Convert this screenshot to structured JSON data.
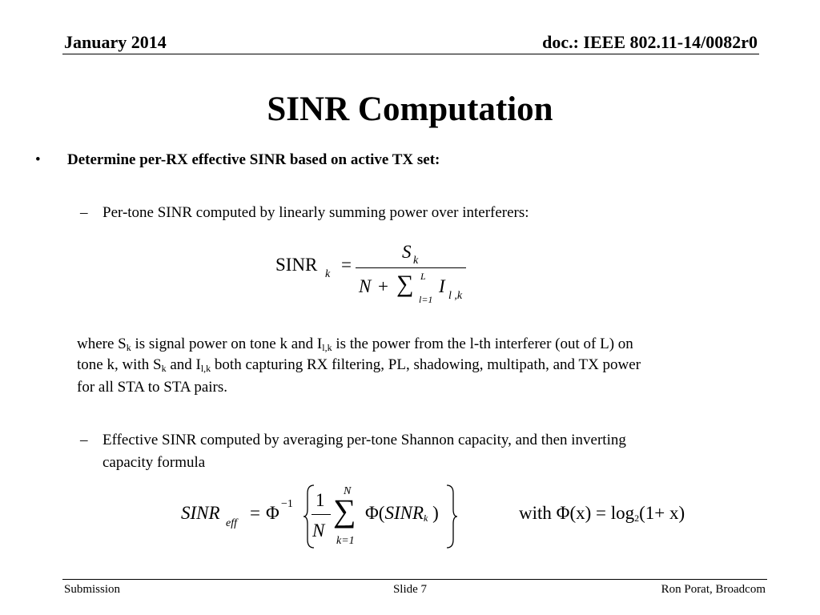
{
  "header": {
    "date": "January 2014",
    "doc": "doc.: IEEE 802.11-14/0082r0"
  },
  "title": "SINR Computation",
  "bullet": {
    "marker": "•",
    "text": "Determine per-RX effective SINR based on active TX set:"
  },
  "sub1": {
    "marker": "–",
    "text": "Per-tone SINR computed by linearly summing power over interferers:"
  },
  "eq1": {
    "lhs": "SINR",
    "lhs_sub": "k",
    "eq": "=",
    "num": "S",
    "num_sub": "k",
    "den_n": "N",
    "den_plus": "+",
    "sum": "∑",
    "sum_top": "L",
    "sum_bot": "l=1",
    "den_i": "I",
    "den_i_sub": "l ,k"
  },
  "where": {
    "l1_a": "where S",
    "l1_b": "k",
    "l1_c": " is signal power on tone k and I",
    "l1_d": "l,k",
    "l1_e": " is the power from the l-th interferer (out of L) on",
    "l2_a": "tone k, with S",
    "l2_b": "k",
    "l2_c": " and I",
    "l2_d": "l,k",
    "l2_e": " both capturing RX filtering, PL, shadowing, multipath, and TX power",
    "l3": "for all STA to STA pairs."
  },
  "sub2": {
    "marker": "–",
    "line1": "Effective SINR computed by averaging per-tone Shannon capacity, and then inverting",
    "line2": "capacity formula"
  },
  "eq2": {
    "lhs": "SINR",
    "lhs_sub": "eff",
    "eq": "=",
    "phi": "Φ",
    "inv": "−1",
    "one": "1",
    "N": "N",
    "sum": "∑",
    "sum_top": "N",
    "sum_bot": "k=1",
    "inner_a": "Φ(",
    "inner_b": "SINR",
    "inner_sub": "k",
    "inner_c": " )",
    "with": "with Φ(x) = log",
    "with_sub": "2",
    "with_end": "(1+ x)"
  },
  "footer": {
    "left": "Submission",
    "center": "Slide 7",
    "right": "Ron Porat, Broadcom"
  }
}
